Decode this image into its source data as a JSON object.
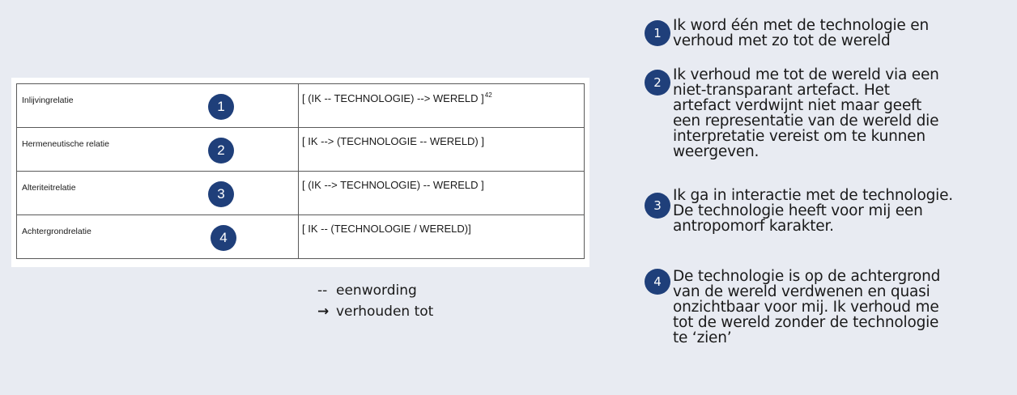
{
  "table": {
    "rows": [
      {
        "name": "Inlijvingrelatie",
        "badge": "1",
        "formula": "[ (IK -- TECHNOLOGIE) --> WERELD ]",
        "footnote": "42"
      },
      {
        "name": "Hermeneutische relatie",
        "badge": "2",
        "formula": "[ IK --> (TECHNOLOGIE -- WERELD) ]",
        "footnote": ""
      },
      {
        "name": "Alteriteitrelatie",
        "badge": "3",
        "formula": "[ (IK --> TECHNOLOGIE) -- WERELD ]",
        "footnote": ""
      },
      {
        "name": "Achtergrondrelatie",
        "badge": "4",
        "formula": "[ IK -- (TECHNOLOGIE / WERELD)]",
        "footnote": ""
      }
    ]
  },
  "legend": [
    {
      "symbol": "--",
      "label": "eenwording"
    },
    {
      "symbol": "→",
      "label": "verhouden tot"
    }
  ],
  "explanations": [
    {
      "badge": "1",
      "lines": [
        "Ik word één met de technologie en",
        "verhoud met zo tot de wereld"
      ]
    },
    {
      "badge": "2",
      "lines": [
        "Ik verhoud me tot de wereld via een",
        "niet-transparant artefact. Het",
        "artefact verdwijnt niet maar geeft",
        "een representatie van de wereld die",
        "interpretatie vereist om te kunnen",
        "weergeven."
      ]
    },
    {
      "badge": "3",
      "lines": [
        "Ik ga in interactie met de technologie.",
        "De technologie heeft voor mij een",
        "antropomorf karakter."
      ]
    },
    {
      "badge": "4",
      "lines": [
        "De technologie is op de achtergrond",
        "van de wereld verdwenen en quasi",
        "onzichtbaar voor mij. Ik verhoud me",
        "tot de wereld zonder de technologie",
        "te ‘zien’"
      ]
    }
  ],
  "colors": {
    "background": "#e8ebf2",
    "badge": "#1f3f7a",
    "panel": "#ffffff"
  }
}
